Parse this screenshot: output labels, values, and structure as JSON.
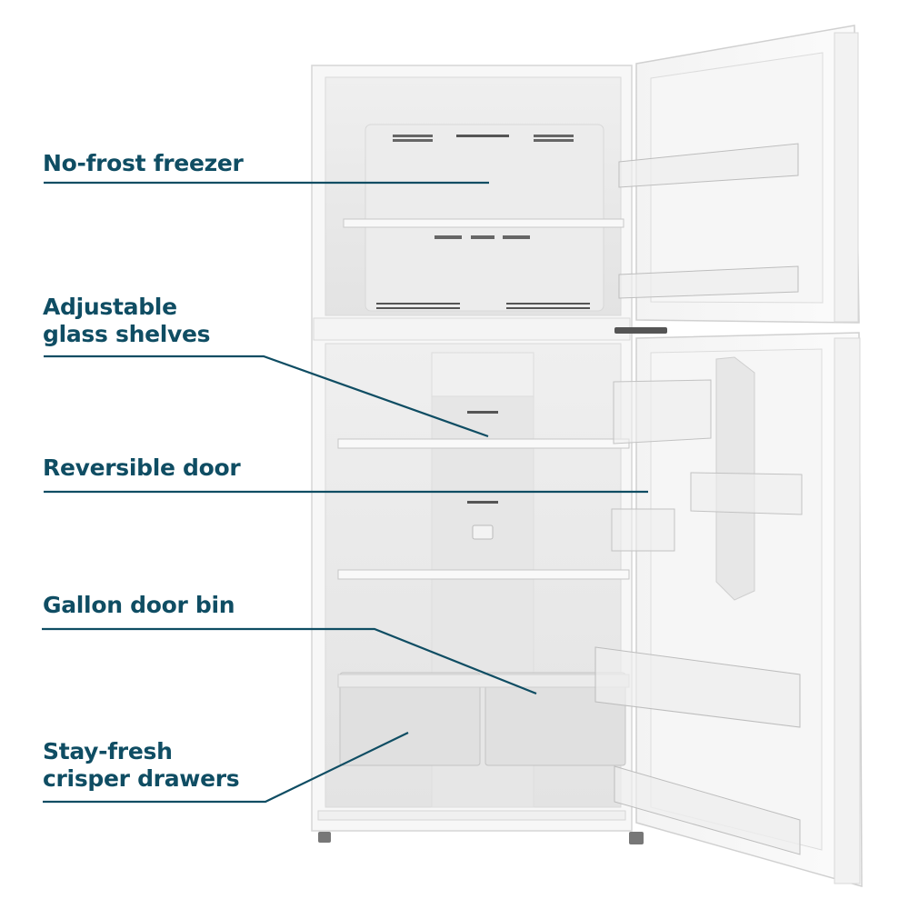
{
  "colors": {
    "label_text": "#0f4d63",
    "callout_line": "#0f4d63",
    "background": "#ffffff",
    "fridge_body": "#f7f7f7",
    "fridge_interior": "#e9e9e9",
    "fridge_outline": "#cfcfcf"
  },
  "product": {
    "name": "top-freezer-refrigerator",
    "state": "doors-open"
  },
  "callouts": [
    {
      "id": "freezer",
      "lines": [
        "No-frost freezer"
      ]
    },
    {
      "id": "shelves",
      "lines": [
        "Adjustable",
        "glass shelves"
      ]
    },
    {
      "id": "door",
      "lines": [
        "Reversible door"
      ]
    },
    {
      "id": "bin",
      "lines": [
        "Gallon door bin"
      ]
    },
    {
      "id": "crisper",
      "lines": [
        "Stay-fresh",
        "crisper drawers"
      ]
    }
  ]
}
